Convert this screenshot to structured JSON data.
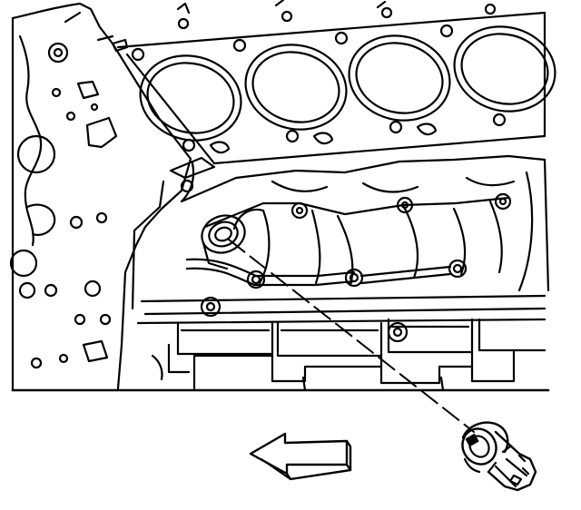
{
  "figure": {
    "kind": "line-art-technical-illustration",
    "subject": "engine-block-underside",
    "has_text": false
  },
  "colors": {
    "ink": "#000000",
    "paper": "#ffffff"
  },
  "callouts": {
    "install_direction_arrow": "left",
    "component": "plug-fitting"
  }
}
